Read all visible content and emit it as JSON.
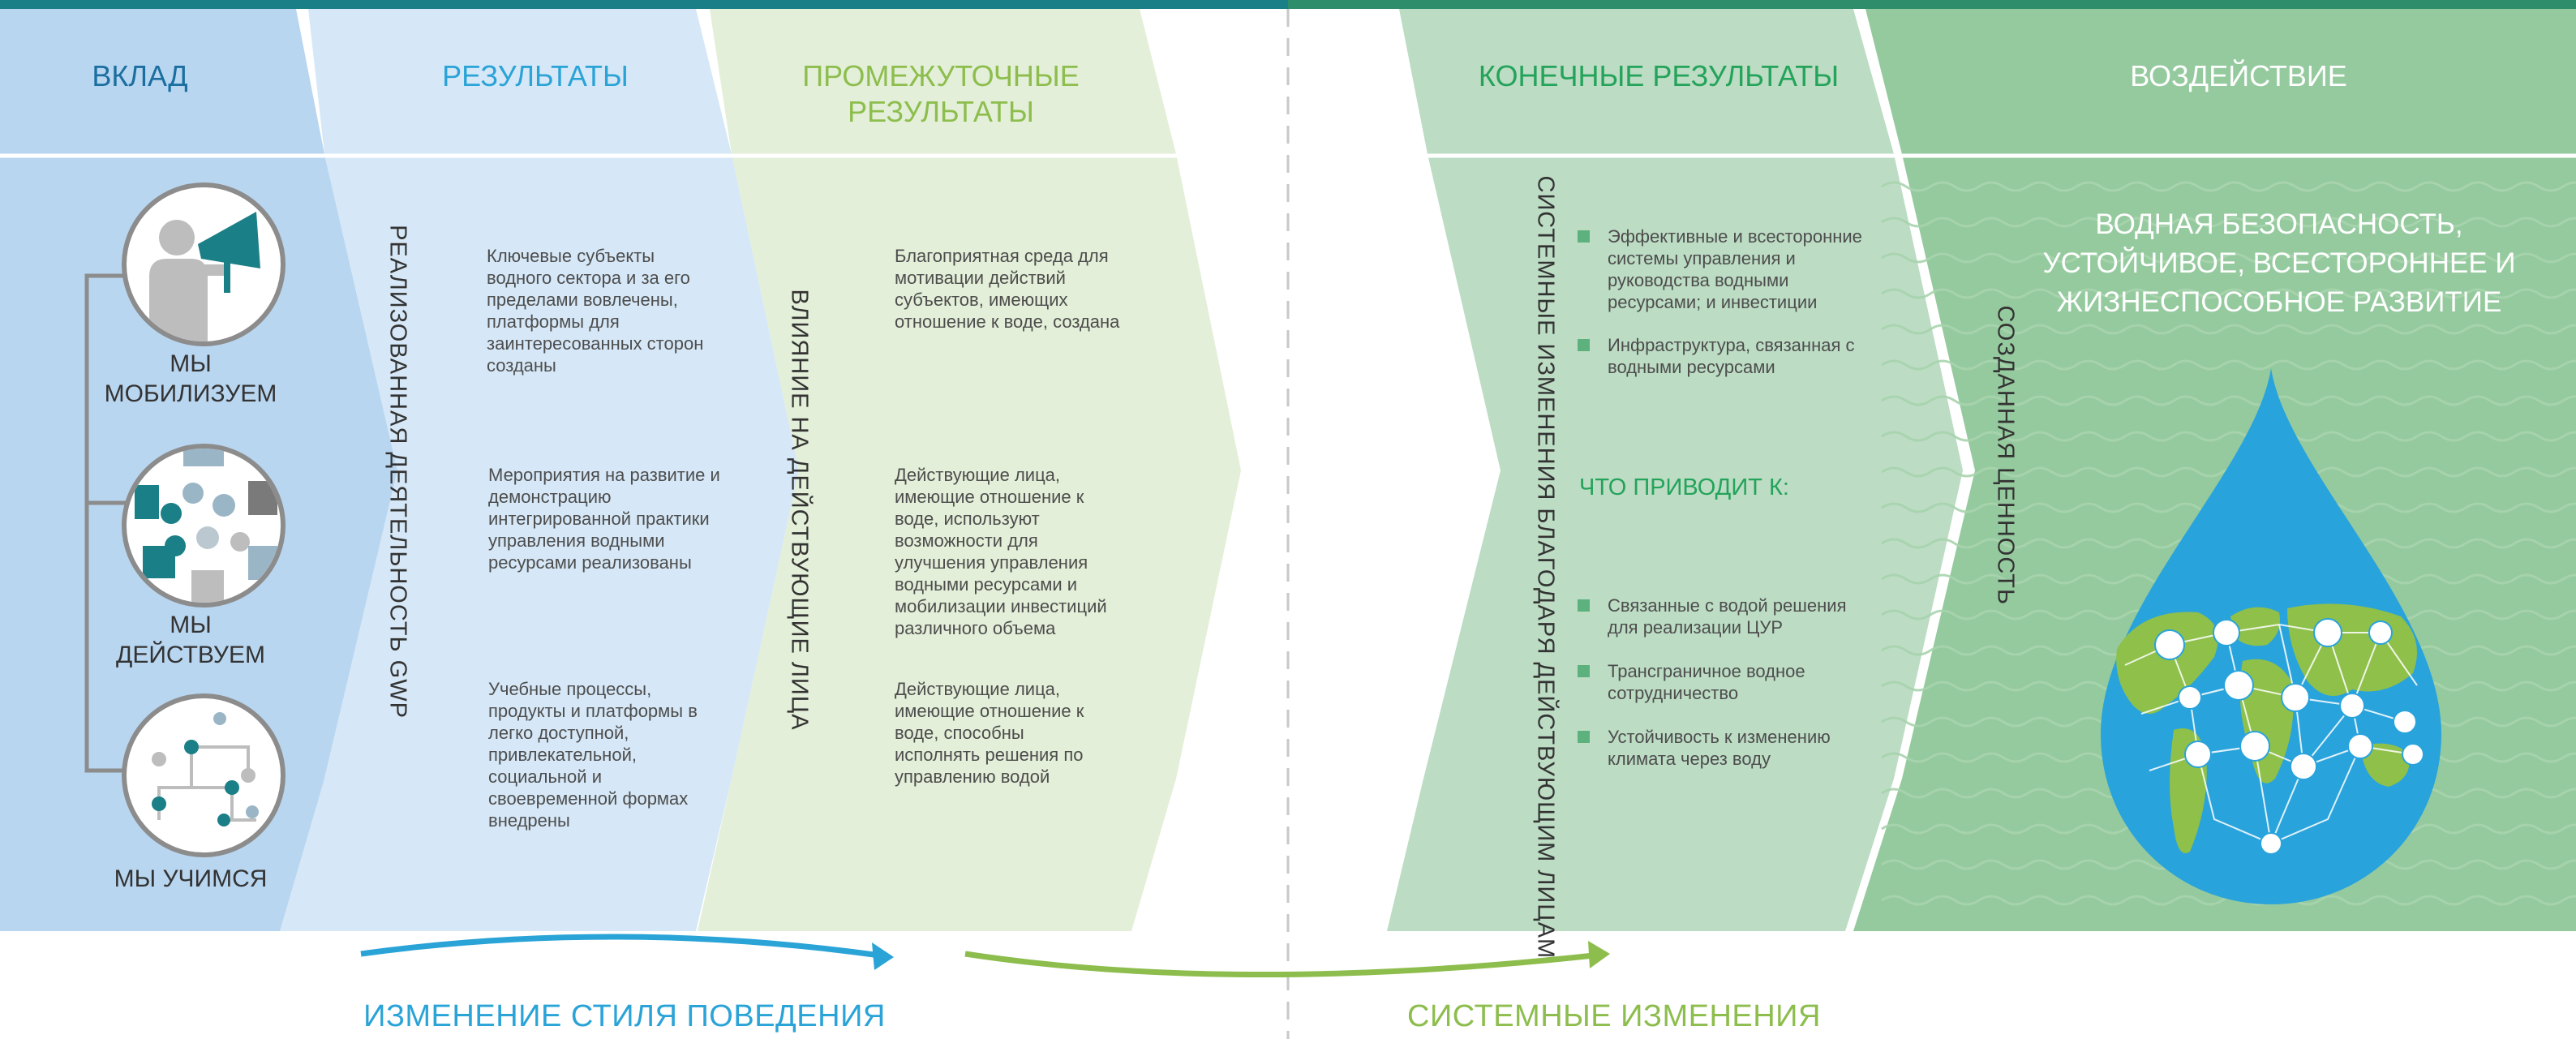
{
  "colors": {
    "top_bar_left": "#1a7f86",
    "top_bar_right": "#2e8e6b",
    "input_band": "#b9d6f0",
    "input_header": "#1b6fa0",
    "outputs_band": "#d6e8f7",
    "outputs_header": "#2aa3d7",
    "intermediate_band": "#e3efd8",
    "intermediate_header": "#8dbd4d",
    "final_band": "#bcdcc4",
    "final_header": "#24a35a",
    "impact_band": "#95ca9e",
    "impact_header": "#ffffff",
    "arrow_blue": "#2aa3d7",
    "arrow_green": "#8dbd4d"
  },
  "columns": {
    "input": {
      "header": "ВКЛАД"
    },
    "outputs": {
      "header": "РЕЗУЛЬТАТЫ",
      "vertical_label": "РЕАЛИЗОВАННАЯ ДЕЯТЕЛЬНОСТЬ GWP",
      "items": [
        "Ключевые субъекты водного сектора и за его пределами вовлечены, платформы для заинтересованных сторон созданы",
        "Мероприятия на развитие и демонстрацию интегрированной практики управления водными ресурсами реализованы",
        "Учебные процессы, продукты и платформы в легко доступной, привлекательной, социальной и своевременной формах внедрены"
      ]
    },
    "intermediate": {
      "header_line1": "ПРОМЕЖУТОЧНЫЕ",
      "header_line2": "РЕЗУЛЬТАТЫ",
      "vertical_label": "ВЛИЯНИЕ НА ДЕЙСТВУЮЩИЕ ЛИЦА",
      "items": [
        "Благоприятная среда для мотивации действий субъектов, имеющих отношение к воде, создана",
        "Действующие лица, имеющие отношение к воде, используют возможности для улучшения управления водными ресурсами и мобилизации инвестиций различного объема",
        "Действующие лица, имеющие отношение к воде, способны исполнять решения по управлению водой"
      ]
    },
    "final": {
      "header": "КОНЕЧНЫЕ РЕЗУЛЬТАТЫ",
      "vertical_label": "СИСТЕМНЫЕ ИЗМЕНЕНИЯ БЛАГОДАРЯ ДЕЙСТВУЮЩИМ ЛИЦАМ",
      "bullets_top": [
        "Эффективные и всесторонние системы управления и руководства водными ресурсами; и инвестиции",
        "Инфраструктура, связанная с водными ресурсами"
      ],
      "leads_to": "ЧТО ПРИВОДИТ К:",
      "bullets_bottom": [
        "Связанные с водой решения для реализации ЦУР",
        "Трансграничное водное сотрудничество",
        "Устойчивость к изменению климата через воду"
      ]
    },
    "impact": {
      "header": "ВОЗДЕЙСТВИЕ",
      "vertical_label": "СОЗДАННАЯ ЦЕННОСТЬ",
      "statement_line1": "ВОДНАЯ БЕЗОПАСНОСТЬ,",
      "statement_line2": "УСТОЙЧИВОЕ, ВСЕСТОРОННЕЕ И",
      "statement_line3": "ЖИЗНЕСПОСОБНОЕ РАЗВИТИЕ"
    }
  },
  "input_steps": [
    {
      "line1": "МЫ",
      "line2": "МОБИЛИЗУЕМ",
      "icon": "megaphone-person-icon"
    },
    {
      "line1": "МЫ",
      "line2": "ДЕЙСТВУЕМ",
      "icon": "people-meeting-icon"
    },
    {
      "line1": "",
      "line2": "МЫ УЧИМСЯ",
      "icon": "learning-network-icon"
    }
  ],
  "bottom": {
    "left_label": "ИЗМЕНЕНИЕ СТИЛЯ ПОВЕДЕНИЯ",
    "right_label": "СИСТЕМНЫЕ ИЗМЕНЕНИЯ"
  }
}
